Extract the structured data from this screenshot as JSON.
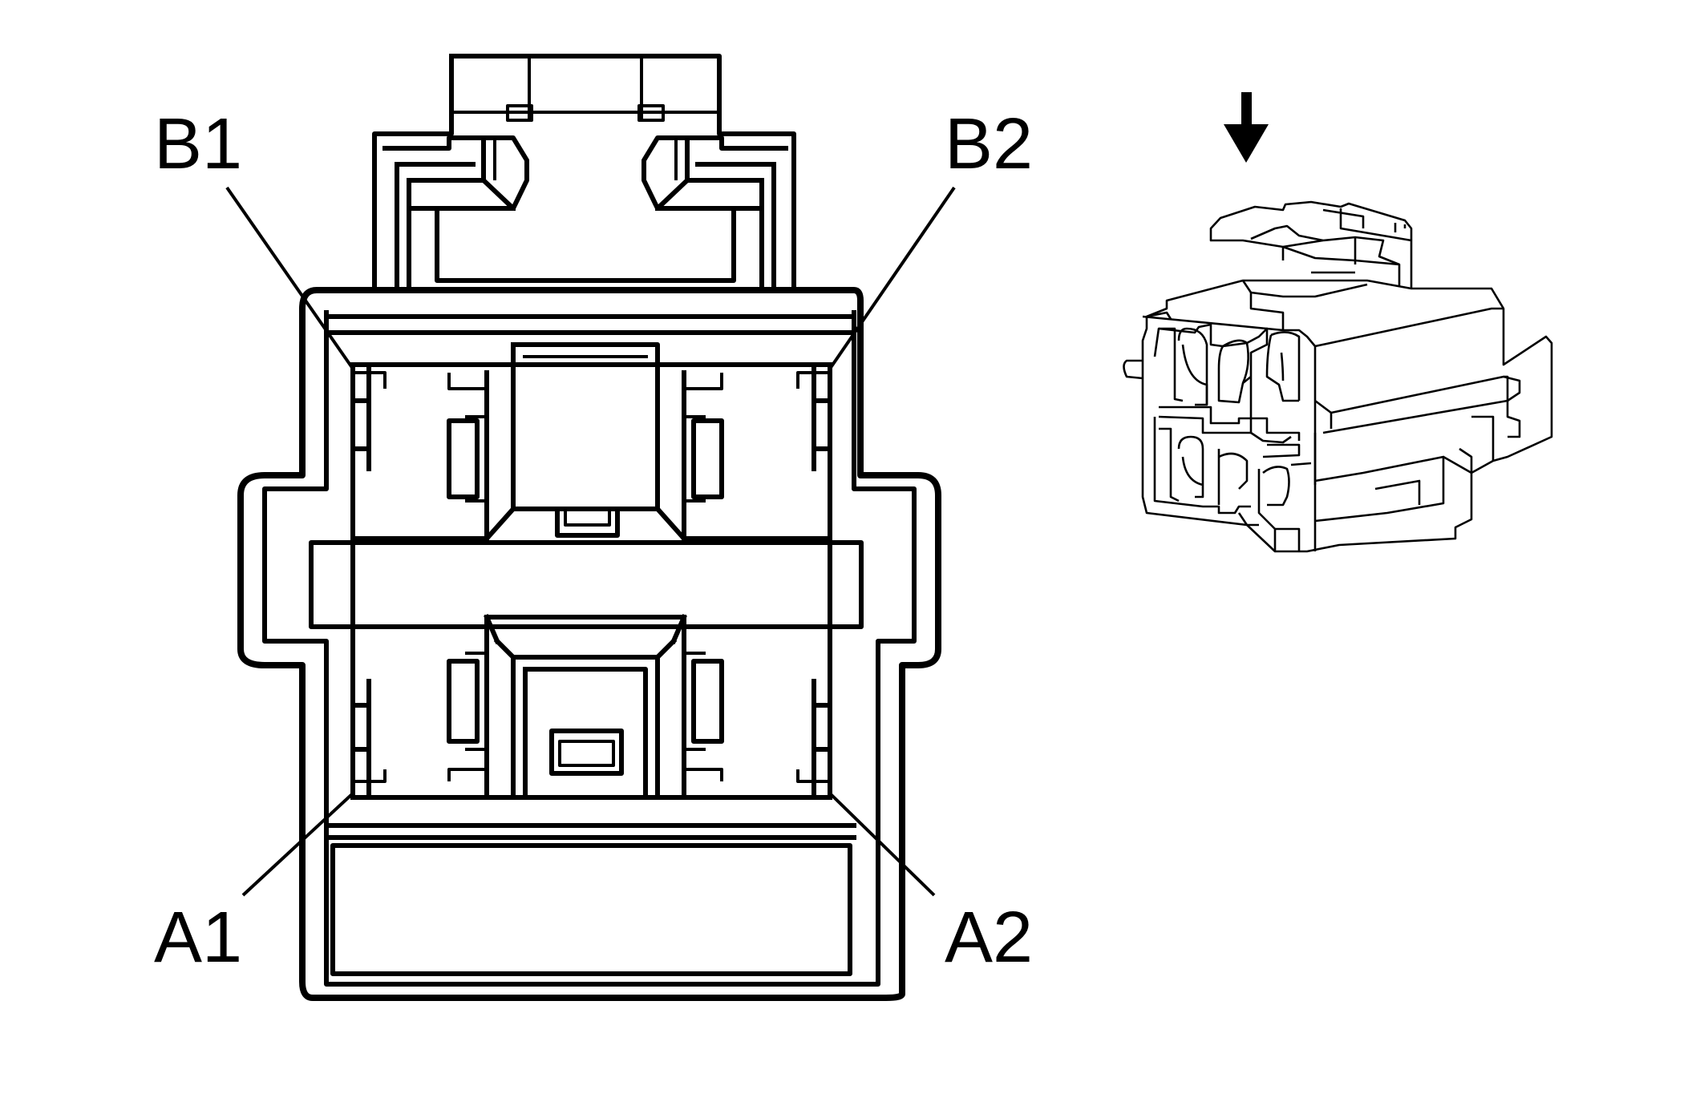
{
  "diagram": {
    "pins": {
      "b1": "B1",
      "b2": "B2",
      "a1": "A1",
      "a2": "A2"
    },
    "icons": {
      "front_view": "connector-front-view-icon",
      "arrow": "down-arrow-icon",
      "perspective": "connector-perspective-icon"
    },
    "colors": {
      "line": "#000000",
      "background": "#ffffff"
    }
  }
}
